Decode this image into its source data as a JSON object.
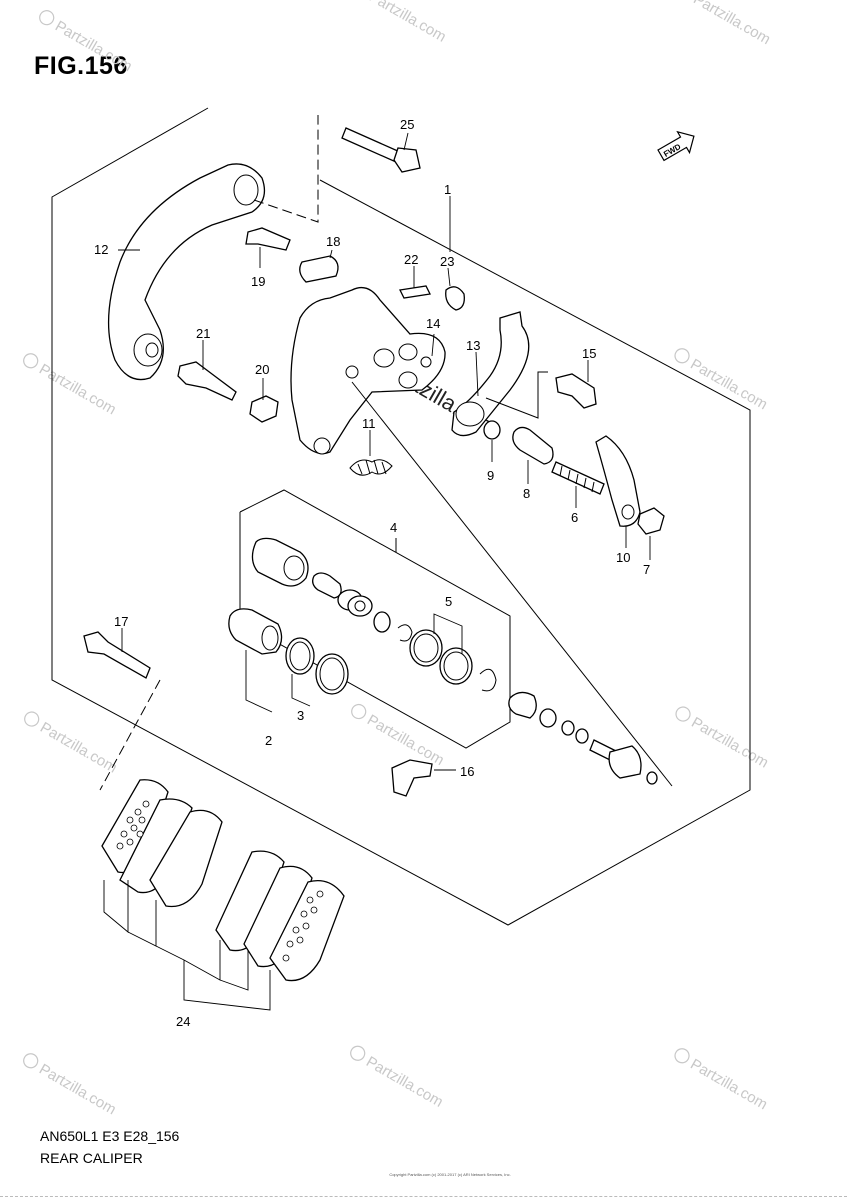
{
  "figure": {
    "title": "FIG.156",
    "code": "AN650L1 E3 E28_156",
    "name": "REAR CALIPER",
    "copyright": "Copyright Partzilla.com (c) 2001-2017 (c) ARI Network Services, Inc."
  },
  "direction_badge": "FWD",
  "watermark": "Partzilla.com",
  "callouts": [
    "1",
    "2",
    "3",
    "4",
    "5",
    "6",
    "7",
    "8",
    "9",
    "10",
    "11",
    "12",
    "13",
    "14",
    "15",
    "16",
    "17",
    "18",
    "19",
    "20",
    "21",
    "22",
    "23",
    "24",
    "25"
  ]
}
